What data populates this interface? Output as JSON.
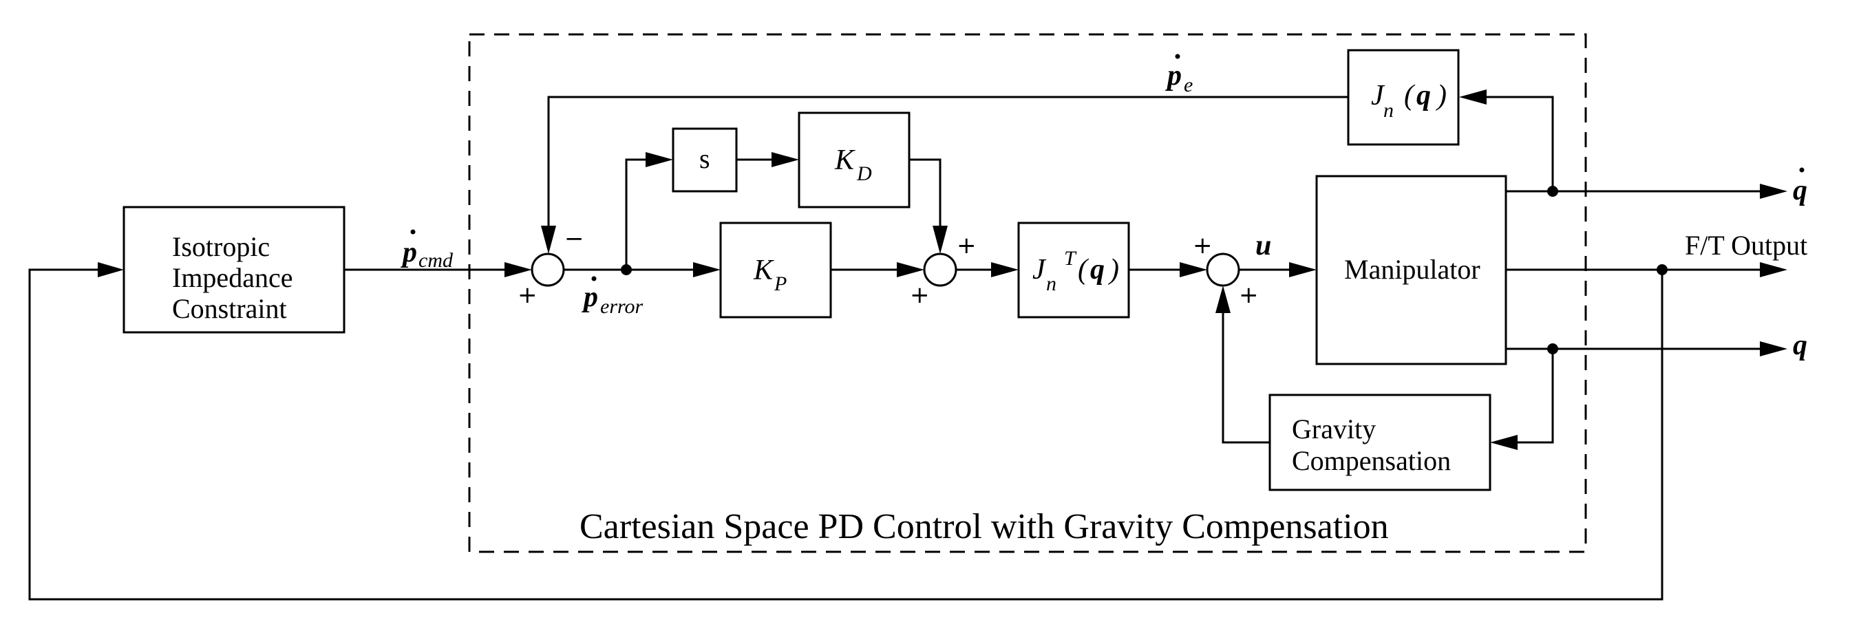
{
  "diagram": {
    "title": "Cartesian Space PD Control with Gravity Compensation",
    "blocks": {
      "isotropic": [
        "Isotropic",
        "Impedance",
        "Constraint"
      ],
      "s": "s",
      "kd": {
        "base": "K",
        "sub": "D"
      },
      "kp": {
        "base": "K",
        "sub": "P"
      },
      "jnt": {
        "base": "J",
        "sub": "n",
        "sup": "T",
        "arg": "q"
      },
      "jn": {
        "base": "J",
        "sub": "n",
        "arg": "q"
      },
      "manipulator": "Manipulator",
      "gravity": [
        "Gravity",
        "Compensation"
      ]
    },
    "signals": {
      "p_cmd": {
        "base": "p",
        "sub": "cmd",
        "dot": true
      },
      "p_error": {
        "base": "p",
        "sub": "error",
        "dot": true
      },
      "p_e": {
        "base": "p",
        "sub": "e",
        "dot": true
      },
      "u": "u",
      "q_dot": {
        "base": "q",
        "dot": true
      },
      "q": "q",
      "ft_output": "F/T Output"
    },
    "signs": {
      "sum1_minus": "−",
      "sum1_plus": "+",
      "sum2_top": "+",
      "sum2_left": "+",
      "sum3_left": "+",
      "sum3_bottom": "+"
    }
  }
}
